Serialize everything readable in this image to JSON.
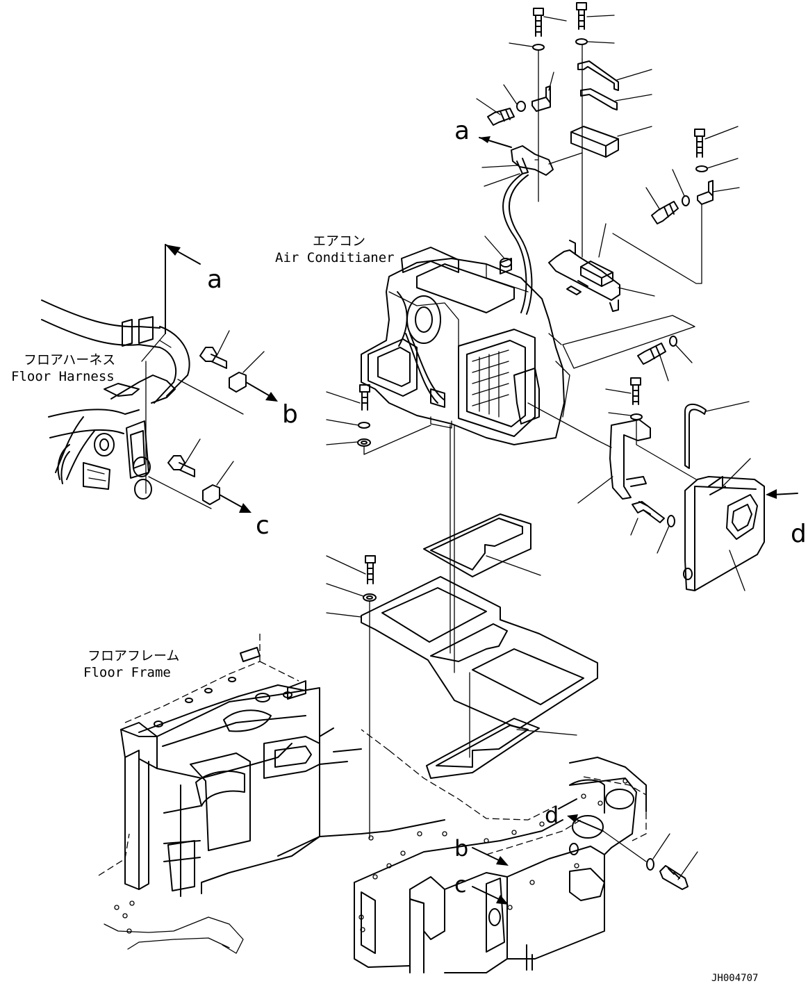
{
  "labels": {
    "air_conditioner_jp": "エアコン",
    "air_conditioner_en": "Air Conditianer",
    "floor_harness_jp": "フロアハーネス",
    "floor_harness_en": "Floor Harness",
    "floor_frame_jp": "フロアフレーム",
    "floor_frame_en": "Floor Frame"
  },
  "callouts": {
    "a": "a",
    "b": "b",
    "c": "c",
    "d": "d"
  },
  "drawing_code": "JH004707"
}
